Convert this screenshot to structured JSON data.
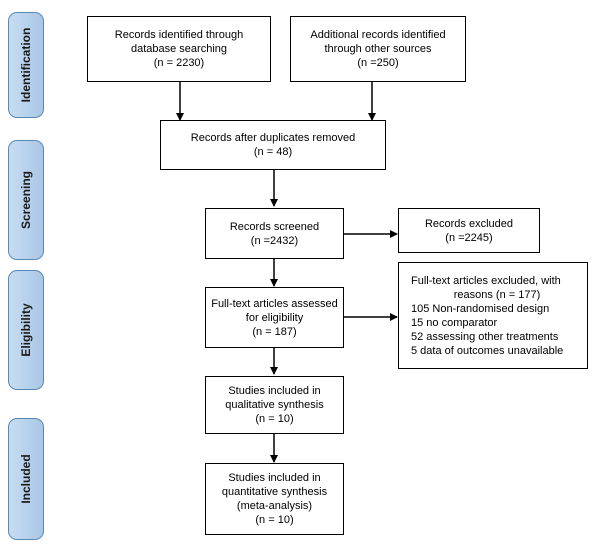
{
  "phases": {
    "identification": "Identification",
    "screening": "Screening",
    "eligibility": "Eligibility",
    "included": "Included"
  },
  "boxes": {
    "database": [
      "Records identified through",
      "database searching",
      "(n = 2230)"
    ],
    "other_sources": [
      "Additional records identified",
      "through other sources",
      "(n =250)"
    ],
    "duplicates_removed": [
      "Records after duplicates removed",
      "(n = 48)"
    ],
    "screened": [
      "Records screened",
      "(n =2432)"
    ],
    "excluded": [
      "Records excluded",
      "(n =2245)"
    ],
    "fulltext_assessed": [
      "Full-text articles assessed",
      "for eligibility",
      "(n = 187)"
    ],
    "fulltext_excluded": {
      "header": [
        "Full-text articles excluded, with",
        "reasons (n = 177)"
      ],
      "reasons": [
        "105 Non-randomised design",
        "15 no comparator",
        "52 assessing other treatments",
        "5 data of outcomes unavailable"
      ]
    },
    "qualitative": [
      "Studies included in",
      "qualitative synthesis",
      "(n = 10)"
    ],
    "quantitative": [
      "Studies included in",
      "quantitative synthesis",
      "(meta-analysis)",
      "(n = 10)"
    ]
  }
}
